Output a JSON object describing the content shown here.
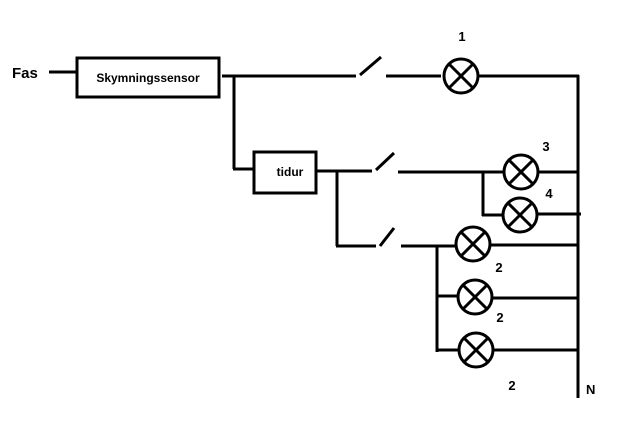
{
  "diagram": {
    "type": "electrical-wiring-schematic",
    "supply_label": "Fas",
    "neutral_label": "N",
    "components": {
      "dusk_sensor": "Skymningssensor",
      "timer": "tidur"
    },
    "lamps": [
      {
        "id": "lamp-1",
        "label": "1",
        "circuit": "dusk-sensor"
      },
      {
        "id": "lamp-3",
        "label": "3",
        "circuit": "timer"
      },
      {
        "id": "lamp-4",
        "label": "4",
        "circuit": "timer"
      },
      {
        "id": "lamp-2a",
        "label": "2",
        "circuit": "timer"
      },
      {
        "id": "lamp-2b",
        "label": "2",
        "circuit": "timer"
      },
      {
        "id": "lamp-2c",
        "label": "2",
        "circuit": "timer"
      }
    ],
    "colors": {
      "line": "#000000",
      "background": "#ffffff"
    }
  }
}
